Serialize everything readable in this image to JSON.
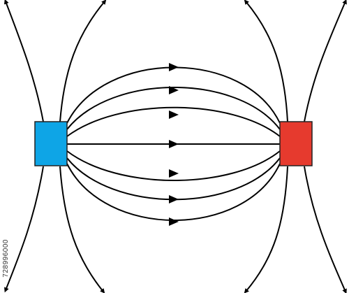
{
  "poles": {
    "left": {
      "color": "#0ea5e6",
      "stroke": "#222222"
    },
    "right": {
      "color": "#e63a2e",
      "stroke": "#222222"
    }
  },
  "field": {
    "line_color": "#000000",
    "inner_line_count": 7,
    "outer_line_count": 8,
    "direction": "left-to-right"
  },
  "watermark": {
    "id_text": "728996000"
  }
}
